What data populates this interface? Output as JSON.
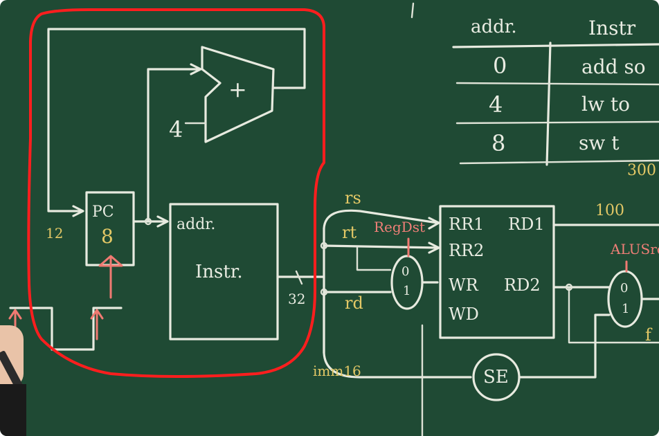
{
  "board": {
    "background": "#1f4a34",
    "chalk_color": "#e7eadf",
    "yellow_chalk": "#e3c866",
    "red_chalk": "#ef7f77",
    "highlight_color": "#ff1e1e"
  },
  "left_circuit": {
    "adder_plus": "+",
    "adder_const": "4",
    "pc_label": "PC",
    "pc_value": "8",
    "pc_input_value": "12",
    "imem_addr": "addr.",
    "imem_instr": "Instr.",
    "bus_width": "32"
  },
  "datapath": {
    "rs": "rs",
    "rt": "rt",
    "rd": "rd",
    "regdst": "RegDst",
    "mux1_top": "0",
    "mux1_bottom": "1",
    "rf_rr1": "RR1",
    "rf_rr2": "RR2",
    "rf_wr": "WR",
    "rf_wd": "WD",
    "rf_rd1": "RD1",
    "rf_rd2": "RD2",
    "rd1_note": "100",
    "alusrc": "ALUSrc",
    "mux2_top": "0",
    "mux2_bottom": "1",
    "mux2_note": "f",
    "sign_extend": "SE",
    "imm": "imm16"
  },
  "table": {
    "headers": [
      "addr.",
      "Instr"
    ],
    "rows": [
      {
        "addr": "0",
        "instr": "add so"
      },
      {
        "addr": "4",
        "instr": "lw to"
      },
      {
        "addr": "8",
        "instr": "sw t"
      }
    ],
    "note": "300"
  }
}
